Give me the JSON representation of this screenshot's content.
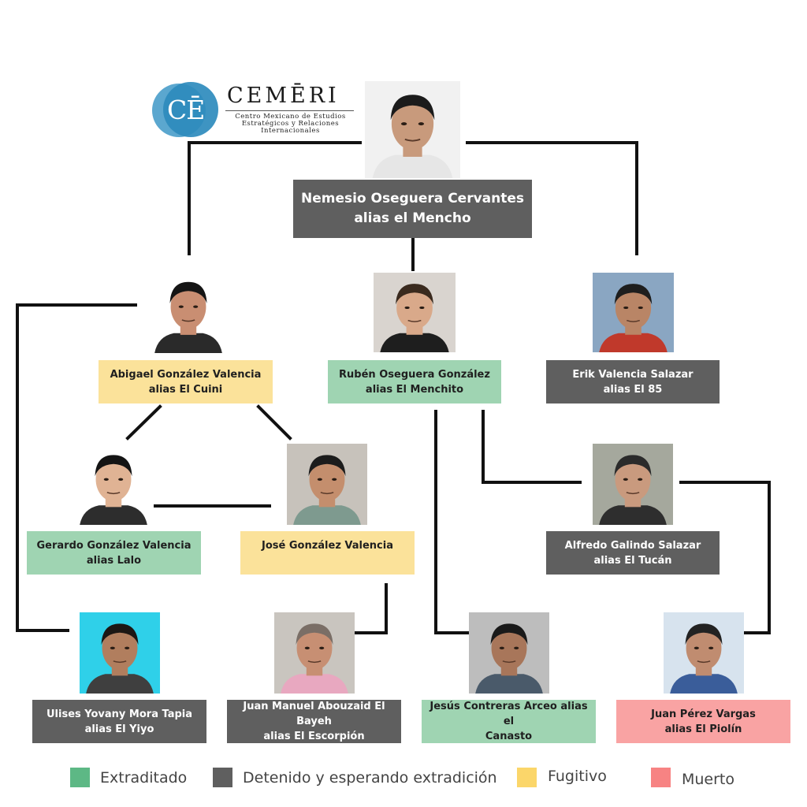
{
  "logo": {
    "mark": "CĒ",
    "name": "CEMĒRI",
    "subtitle": "Centro Mexicano de Estudios\nEstratégicos y Relaciones\nInternacionales",
    "colors": [
      "#5ba7cf",
      "#2e8bbd"
    ]
  },
  "status_colors": {
    "extraditado": "#5db885",
    "detenido": "#5f5f5f",
    "fugitivo": "#fbd66a",
    "muerto": "#f78383"
  },
  "people": {
    "mencho": {
      "label": "Nemesio Oseguera Cervantes\nalias el Mencho",
      "status": "detenido"
    },
    "cuini": {
      "label": "Abigael González Valencia\nalias El Cuini",
      "status": "fugitivo"
    },
    "menchito": {
      "label": "Rubén Oseguera González\nalias El Menchito",
      "status": "extraditado"
    },
    "el85": {
      "label": "Erik Valencia Salazar\nalias El 85",
      "status": "detenido"
    },
    "lalo": {
      "label": "Gerardo González Valencia\nalias Lalo",
      "status": "extraditado"
    },
    "jose": {
      "label": "José González Valencia",
      "status": "fugitivo"
    },
    "tucan": {
      "label": "Alfredo Galindo Salazar\nalias El Tucán",
      "status": "detenido"
    },
    "yiyo": {
      "label": "Ulises Yovany Mora Tapia\nalias El Yiyo",
      "status": "detenido"
    },
    "escorpion": {
      "label": "Juan Manuel Abouzaid El Bayeh\nalias El Escorpión",
      "status": "detenido"
    },
    "canasto": {
      "label": "Jesús Contreras Arceo alias el\nCanasto",
      "status": "extraditado"
    },
    "piolin": {
      "label": "Juan Pérez Vargas\nalias El Piolín",
      "status": "muerto"
    }
  },
  "legend": [
    {
      "label": "Extraditado",
      "color": "#5db885"
    },
    {
      "label": "Detenido y esperando extradición",
      "color": "#5f5f5f"
    },
    {
      "label": "Fugitivo",
      "color": "#fbd66a"
    },
    {
      "label": "Muerto",
      "color": "#f78383"
    }
  ]
}
